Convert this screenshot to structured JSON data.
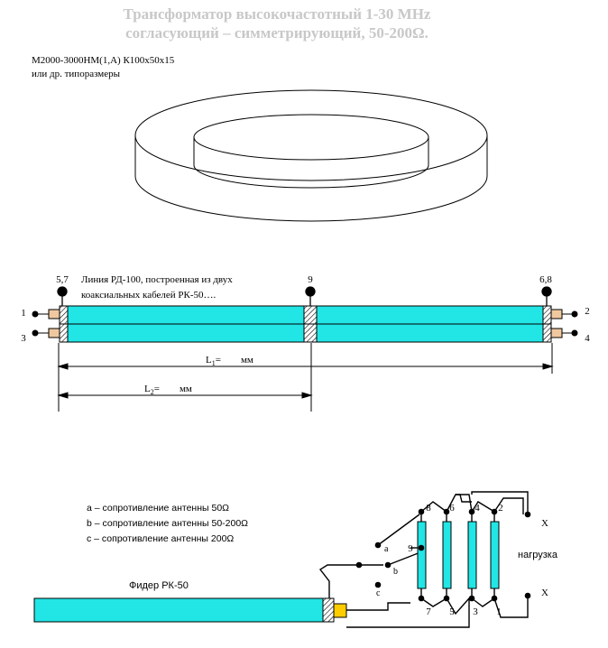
{
  "title": {
    "line1": "Трансформатор высокочастотный 1-30 MHz",
    "line2": "согласующий – симметрирующий, 50-200Ω."
  },
  "core": {
    "line1": "М2000-3000НМ(1,А) К100х50х15",
    "line2": "или др. типоразмеры"
  },
  "line_block": {
    "description_line1": "Линия РД-100, построенная из двух",
    "description_line2": "коаксиальных кабелей РК-50….",
    "top_labels": {
      "left": "5,7",
      "mid": "9",
      "right": "6,8"
    },
    "side_labels": {
      "left_top": "1",
      "left_bottom": "3",
      "right_top": "2",
      "right_bottom": "4"
    },
    "dim_L1": {
      "name": "L",
      "sub": "1",
      "eq": "=",
      "unit": "мм"
    },
    "dim_L2": {
      "name": "L",
      "sub": "2",
      "eq": "=",
      "unit": "мм"
    }
  },
  "legend": {
    "a": "a – сопротивление антенны 50Ω",
    "b": "b – сопротивление антенны 50-200Ω",
    "c": "c – сопротивление антенны 200Ω"
  },
  "feeder_label": "Фидер РК-50",
  "switch_labels": {
    "a": "a",
    "b": "b",
    "c": "c"
  },
  "winding_labels": {
    "n8": "8",
    "n6": "6",
    "n4": "4",
    "n2": "2",
    "n9": "9",
    "n7": "7",
    "n5": "5",
    "n3": "3",
    "n1": "1"
  },
  "load": {
    "x_top": "X",
    "x_bottom": "X",
    "label": "нагрузка"
  },
  "colors": {
    "cable": "#22e5e5",
    "connector_tan": "#f0c8a0",
    "connector_gold": "#ffcc00",
    "title_gray": "#c8c8c8"
  }
}
